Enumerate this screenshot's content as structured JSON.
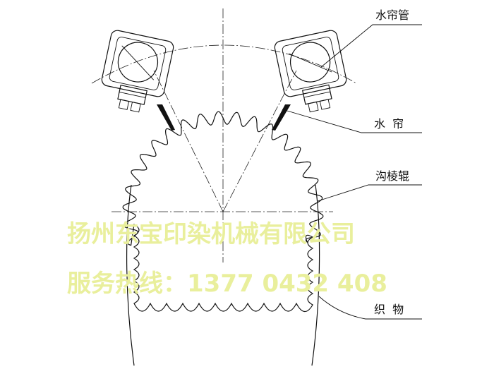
{
  "labels": {
    "water_curtain_pipe": "水帘管",
    "water_curtain": "水  帘",
    "grooved_roller": "沟棱辊",
    "fabric": "织  物"
  },
  "watermark": {
    "line1": "扬州东宝印染机械有限公司",
    "line2": "服务热线：1377 0432 408"
  },
  "colors": {
    "line": "#111111",
    "watermark": "#e9ef9c",
    "background": "#ffffff"
  }
}
